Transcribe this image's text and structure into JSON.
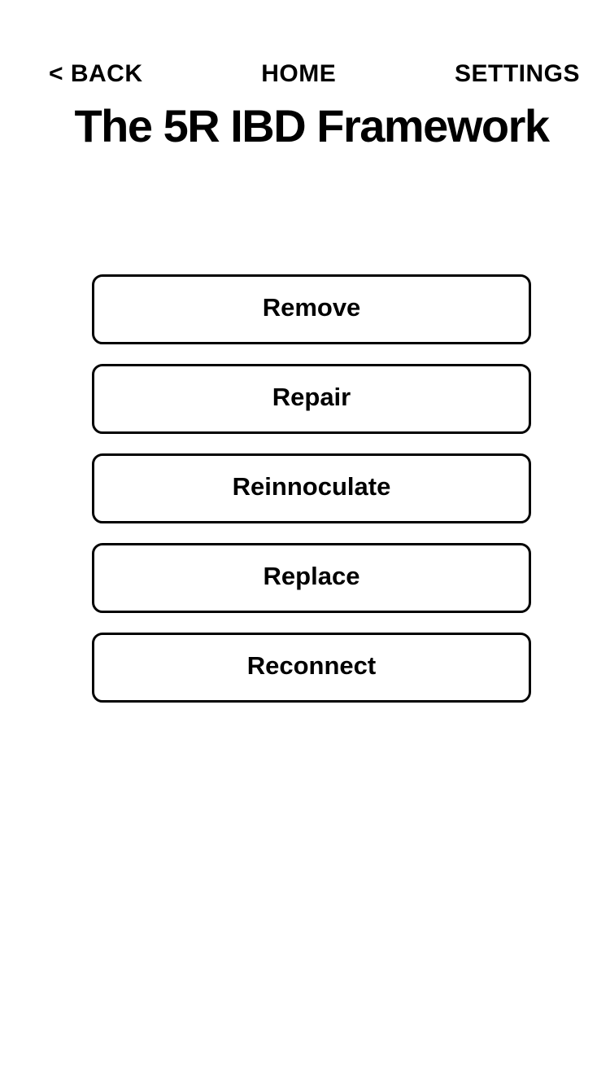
{
  "nav": {
    "back_label": "< BACK",
    "home_label": "HOME",
    "settings_label": "SETTINGS"
  },
  "header": {
    "title": "The 5R IBD Framework"
  },
  "buttons": [
    {
      "id": "remove",
      "label": "Remove"
    },
    {
      "id": "repair",
      "label": "Repair"
    },
    {
      "id": "reinnoculate",
      "label": "Reinnoculate"
    },
    {
      "id": "replace",
      "label": "Replace"
    },
    {
      "id": "reconnect",
      "label": "Reconnect"
    }
  ],
  "colors": {
    "background": "#ffffff",
    "text": "#000000",
    "button_border": "#000000",
    "button_fill": "#ffffff"
  }
}
